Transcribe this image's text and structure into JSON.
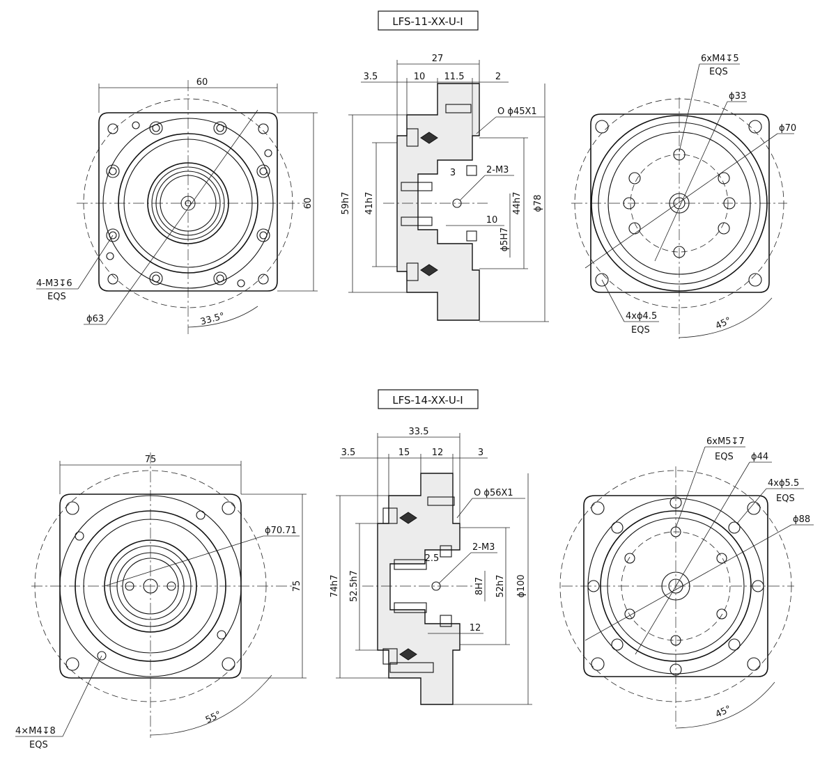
{
  "drawings": [
    {
      "model": "LFS-11-XX-U-I",
      "front": {
        "width": "60",
        "height": "60",
        "tapped_holes": "4-M3↧6",
        "tapped_holes_note": "EQS",
        "pcd": "ϕ63",
        "angle": "33.5°"
      },
      "section": {
        "overall": "27",
        "dims_top": [
          "3.5",
          "10",
          "11.5",
          "2"
        ],
        "oring": "O ϕ45X1",
        "radial_hole": "2-M3",
        "small_dim": "3",
        "depth": "10",
        "diameters": [
          "59h7",
          "41h7",
          "44h7",
          "ϕ78",
          "ϕ5H7"
        ]
      },
      "rear": {
        "tapped_holes": "6xM4↧5",
        "tapped_holes_note": "EQS",
        "pcd": "ϕ33",
        "outer_diameter": "ϕ70",
        "mount_holes": "4xϕ4.5",
        "mount_holes_note": "EQS",
        "angle": "45°"
      }
    },
    {
      "model": "LFS-14-XX-U-I",
      "front": {
        "width": "75",
        "height": "75",
        "diameter": "ϕ70.71",
        "tapped_holes": "4×M4↧8",
        "tapped_holes_note": "EQS",
        "angle": "55°"
      },
      "section": {
        "overall": "33.5",
        "dims_top": [
          "3.5",
          "15",
          "12",
          "3"
        ],
        "oring": "O ϕ56X1",
        "radial_hole": "2-M3",
        "small_dim": "2.5",
        "depth": "12",
        "diameters": [
          "74h7",
          "52.5h7",
          "8H7",
          "52h7",
          "ϕ100"
        ]
      },
      "rear": {
        "tapped_holes": "6xM5↧7",
        "tapped_holes_note": "EQS",
        "pcd": "ϕ44",
        "mount_holes": "4xϕ5.5",
        "mount_holes_note": "EQS",
        "outer_diameter": "ϕ88",
        "angle": "45°"
      }
    }
  ]
}
